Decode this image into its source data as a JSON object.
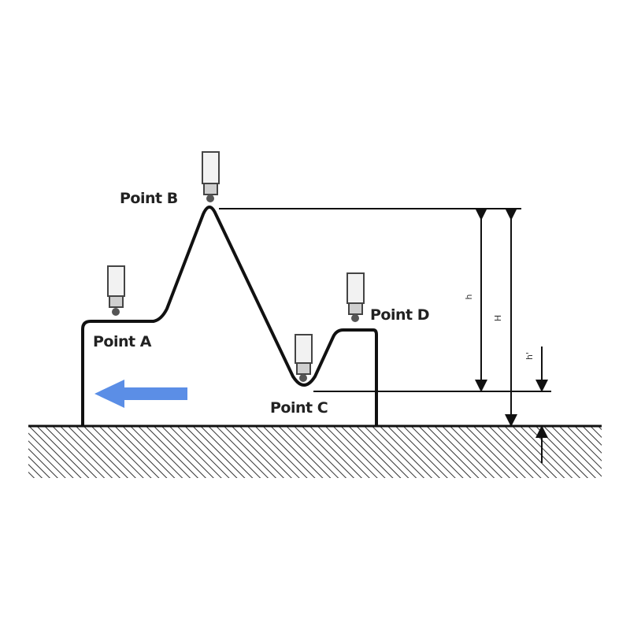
{
  "points": {
    "a": "Point A",
    "b": "Point B",
    "c": "Point C",
    "d": "Point D"
  },
  "dimensions": {
    "bc_height": "h",
    "b_height": "H",
    "c_height": "h'"
  },
  "arrow": {
    "direction": "left",
    "color": "#5b8ee6"
  },
  "colors": {
    "track": "#111111",
    "ground_hatch": "#333333"
  }
}
